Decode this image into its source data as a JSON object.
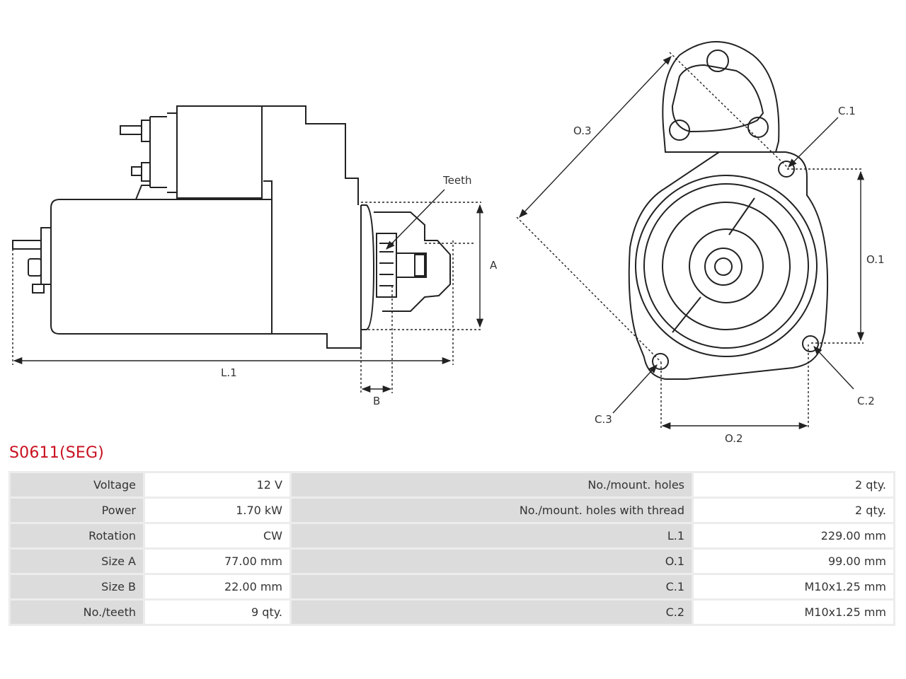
{
  "diagram": {
    "labels": {
      "teeth": "Teeth",
      "a": "A",
      "l1": "L.1",
      "b": "B",
      "o1": "O.1",
      "o2": "O.2",
      "o3": "O.3",
      "c1": "C.1",
      "c2": "C.2",
      "c3": "C.3"
    }
  },
  "title": "S0611(SEG)",
  "specs": {
    "rows": [
      {
        "k1": "Voltage",
        "v1": "12 V",
        "k2": "No./mount. holes",
        "v2": "2 qty."
      },
      {
        "k1": "Power",
        "v1": "1.70 kW",
        "k2": "No./mount. holes with thread",
        "v2": "2 qty."
      },
      {
        "k1": "Rotation",
        "v1": "CW",
        "k2": "L.1",
        "v2": "229.00 mm"
      },
      {
        "k1": "Size A",
        "v1": "77.00 mm",
        "k2": "O.1",
        "v2": "99.00 mm"
      },
      {
        "k1": "Size B",
        "v1": "22.00 mm",
        "k2": "C.1",
        "v2": "M10x1.25 mm"
      },
      {
        "k1": "No./teeth",
        "v1": "9 qty.",
        "k2": "C.2",
        "v2": "M10x1.25 mm"
      }
    ]
  }
}
